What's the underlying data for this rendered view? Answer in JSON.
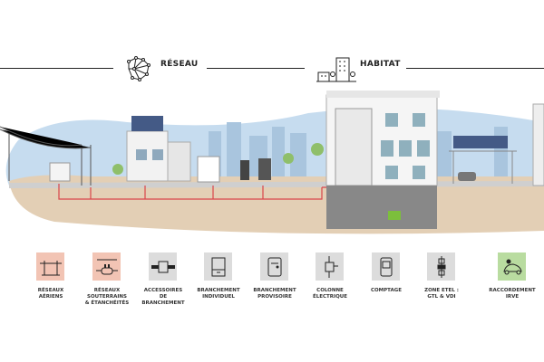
{
  "header": {
    "sections": [
      {
        "label": "RÉSEAU",
        "icon": "network-icon"
      },
      {
        "label": "HABITAT",
        "icon": "building-icon"
      }
    ]
  },
  "legend": [
    {
      "label1": "RÉSEAUX",
      "label2": "AÉRIENS",
      "label3": "",
      "color": "#f2c4b4",
      "icon": "overhead-lines-icon"
    },
    {
      "label1": "RÉSEAUX",
      "label2": "SOUTERRAINS",
      "label3": "& ÉTANCHÉITÉS",
      "color": "#f2c4b4",
      "icon": "underground-network-icon"
    },
    {
      "label1": "ACCESSOIRES",
      "label2": "DE",
      "label3": "BRANCHEMENT",
      "color": "#dcdcdc",
      "icon": "cable-joint-icon"
    },
    {
      "label1": "BRANCHEMENT",
      "label2": "INDIVIDUEL",
      "label3": "",
      "color": "#dcdcdc",
      "icon": "cabinet-icon"
    },
    {
      "label1": "BRANCHEMENT",
      "label2": "PROVISOIRE",
      "label3": "",
      "color": "#dcdcdc",
      "icon": "temporary-box-icon"
    },
    {
      "label1": "COLONNE",
      "label2": "ÉLECTRIQUE",
      "label3": "",
      "color": "#dcdcdc",
      "icon": "electrical-column-icon"
    },
    {
      "label1": "COMPTAGE",
      "label2": "",
      "label3": "",
      "color": "#dcdcdc",
      "icon": "meter-icon"
    },
    {
      "label1": "ZONE ETEL :",
      "label2": "GTL & VDI",
      "label3": "",
      "color": "#dcdcdc",
      "icon": "gtl-icon"
    },
    {
      "label1": "RACCORDEMENT",
      "label2": "IRVE",
      "label3": "",
      "color": "#b9dca0",
      "icon": "ev-charging-icon"
    }
  ],
  "colors": {
    "sky": "#c6dcef",
    "ground": "#e3cfb5",
    "cable": "#d9454a"
  }
}
